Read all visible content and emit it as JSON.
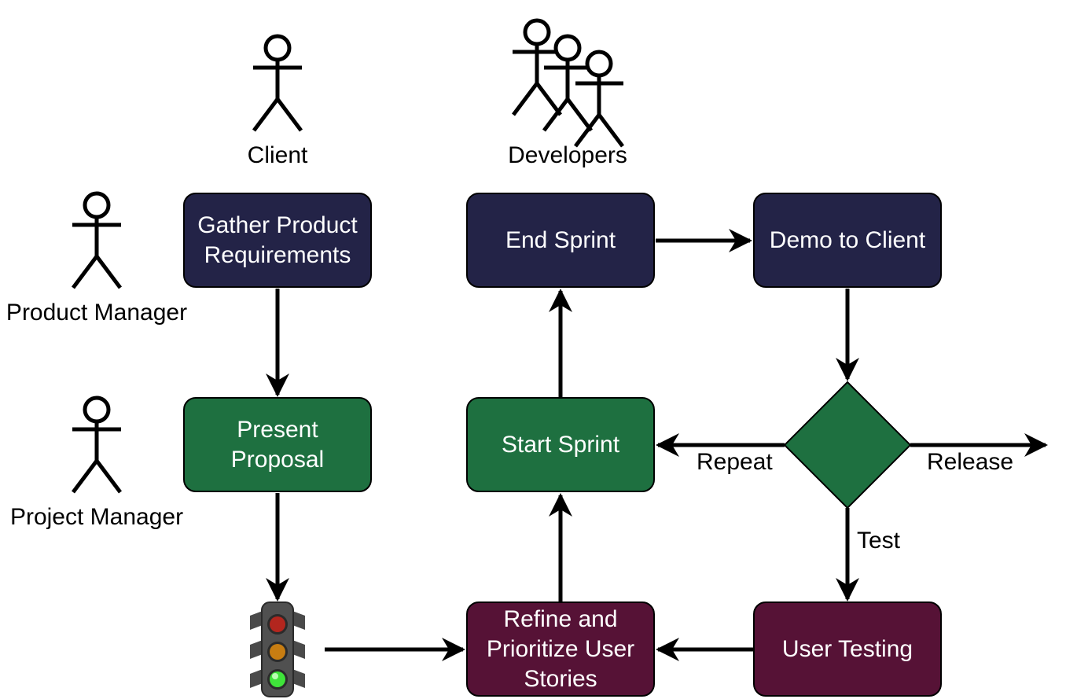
{
  "actors": {
    "client": "Client",
    "developers": "Developers",
    "product_manager": "Product Manager",
    "project_manager": "Project Manager"
  },
  "nodes": {
    "gather": "Gather Product\nRequirements",
    "present": "Present\nProposal",
    "end_sprint": "End Sprint",
    "demo": "Demo to Client",
    "start_sprint": "Start Sprint",
    "refine": "Refine and\nPrioritize User\nStories",
    "user_testing": "User Testing"
  },
  "edge_labels": {
    "repeat": "Repeat",
    "release": "Release",
    "test": "Test"
  },
  "colors": {
    "navy": "#232347",
    "green": "#1e7040",
    "maroon": "#561236",
    "arrow": "#000000"
  },
  "icons": [
    "stick-figure-icon",
    "traffic-light-icon"
  ]
}
